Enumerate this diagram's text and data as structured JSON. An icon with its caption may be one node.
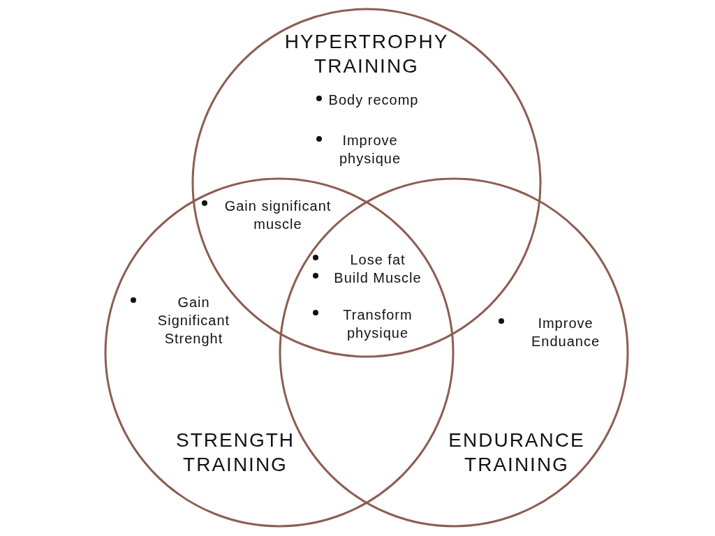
{
  "diagram": {
    "nodes": [
      {
        "text": [
          "HYPERTROPHY TRAINING",
          "Body recomp",
          "Improve physique"
        ]
      },
      {
        "text": [
          "Gain Significant Strenght",
          "STRENGTH TRAINING"
        ]
      },
      {
        "text": [
          "Improve Enduance",
          "ENDURANCE TRAINING"
        ]
      }
    ],
    "edges": [],
    "labels": [
      "Gain significant muscle",
      "Lose fat",
      "Build Muscle",
      "Transform physique"
    ]
  }
}
